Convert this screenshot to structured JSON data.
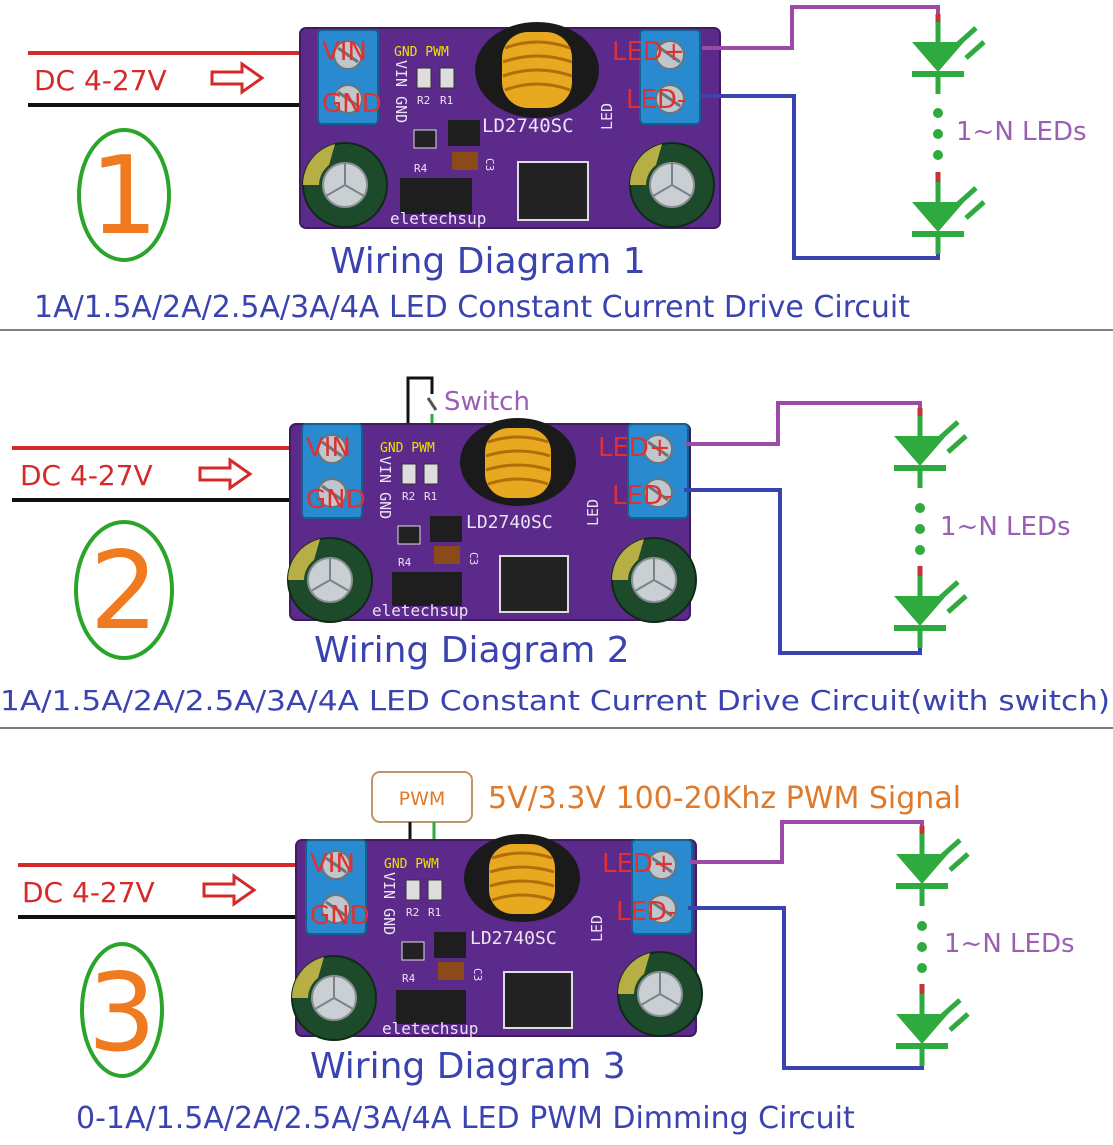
{
  "colors": {
    "wire_red": "#d42a2a",
    "wire_black": "#111111",
    "wire_purple": "#9b4aa6",
    "wire_blue": "#3a43b0",
    "led_green": "#2eaa3e",
    "pcb_purple": "#5b2a8a",
    "terminal_blue": "#2a8ad0",
    "circle_green": "#2aa52a",
    "digit_orange": "#f07a20",
    "title_blue": "#3a43b0"
  },
  "diagram1": {
    "supply_label": "DC 4-27V",
    "arrow_icon": "hollow-right-arrow-icon",
    "number": "1",
    "pin_vin": "VIN",
    "pin_gnd": "GND",
    "pin_led_plus": "LED+",
    "pin_led_minus": "LED-",
    "silk_top": "GND PWM",
    "silk_r2": "R2",
    "silk_r1": "R1",
    "silk_side": "VIN GND",
    "silk_chip": "LD2740SC",
    "silk_r4": "R4",
    "silk_c3": "C3",
    "silk_brand": "eletechsup",
    "silk_rotated_led": "LED",
    "leds_label": "1~N LEDs",
    "title": "Wiring Diagram 1",
    "subtitle": "1A/1.5A/2A/2.5A/3A/4A LED Constant Current Drive Circuit"
  },
  "diagram2": {
    "supply_label": "DC 4-27V",
    "arrow_icon": "hollow-right-arrow-icon",
    "number": "2",
    "pin_vin": "VIN",
    "pin_gnd": "GND",
    "pin_led_plus": "LED+",
    "pin_led_minus": "LED-",
    "silk_top": "GND PWM",
    "silk_r2": "R2",
    "silk_r1": "R1",
    "silk_side": "VIN GND",
    "silk_chip": "LD2740SC",
    "silk_r4": "R4",
    "silk_c3": "C3",
    "silk_brand": "eletechsup",
    "silk_rotated_led": "LED",
    "switch_label": "Switch",
    "leds_label": "1~N LEDs",
    "title": "Wiring Diagram 2",
    "subtitle": "1A/1.5A/2A/2.5A/3A/4A LED Constant Current Drive Circuit(with switch)"
  },
  "diagram3": {
    "supply_label": "DC 4-27V",
    "arrow_icon": "hollow-right-arrow-icon",
    "number": "3",
    "pin_vin": "VIN",
    "pin_gnd": "GND",
    "pin_led_plus": "LED+",
    "pin_led_minus": "LED-",
    "silk_top": "GND PWM",
    "silk_r2": "R2",
    "silk_r1": "R1",
    "silk_side": "VIN GND",
    "silk_chip": "LD2740SC",
    "silk_r4": "R4",
    "silk_c3": "C3",
    "silk_brand": "eletechsup",
    "silk_rotated_led": "LED",
    "pwm_box": "PWM",
    "pwm_signal": "5V/3.3V 100-20Khz PWM Signal",
    "leds_label": "1~N LEDs",
    "title": "Wiring Diagram 3",
    "subtitle": "0-1A/1.5A/2A/2.5A/3A/4A LED PWM Dimming Circuit"
  }
}
